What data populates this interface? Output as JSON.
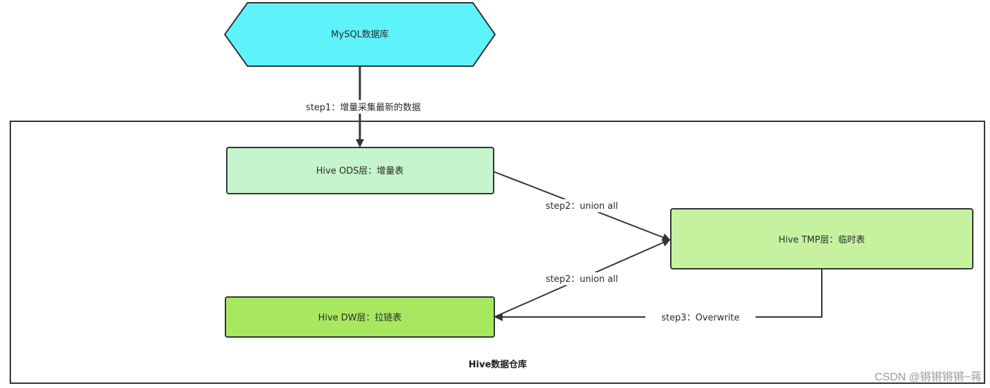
{
  "nodes": {
    "mysql": "MySQL数据库",
    "ods": "Hive ODS层：增量表",
    "tmp": "Hive TMP层：临时表",
    "dw": "Hive DW层：拉链表"
  },
  "edges": {
    "step1": "step1：增量采集最新的数据",
    "step2_ods": "step2：union all",
    "step2_dw": "step2：union all",
    "step3": "step3：Overwrite"
  },
  "container": {
    "title": "Hive数据仓库"
  },
  "watermark": "CSDN @锵锵锵锵~蒋",
  "colors": {
    "mysql_fill": "#5ef2fb",
    "ods_fill": "#c6f4cc",
    "tmp_fill": "#c6f2a0",
    "dw_fill": "#a8e860",
    "stroke": "#333333"
  }
}
